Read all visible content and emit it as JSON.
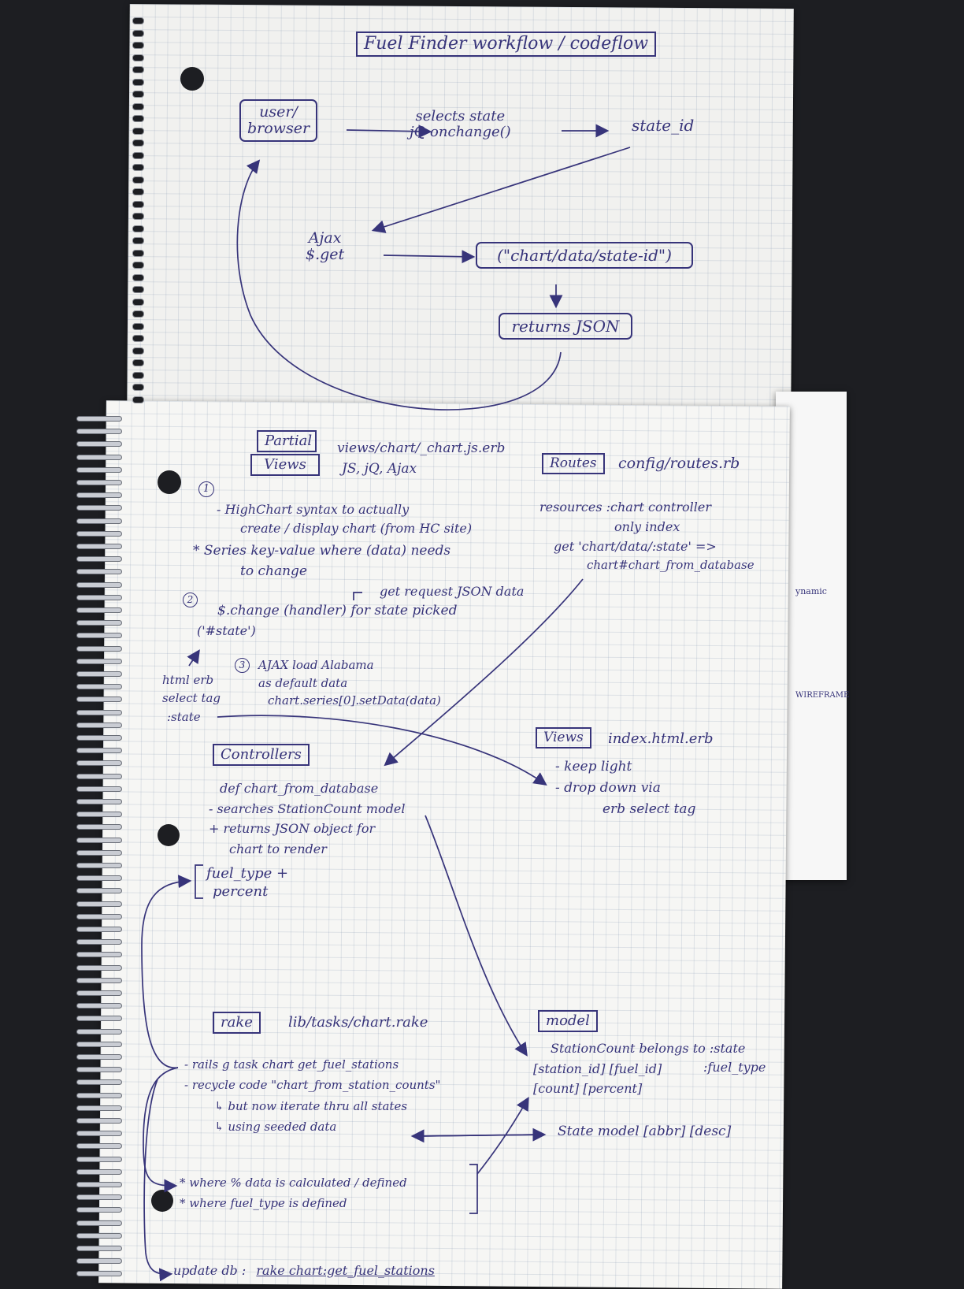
{
  "top_page": {
    "title": "Fuel Finder workflow / codeflow",
    "user_box": [
      "user/",
      "browser"
    ],
    "select_state": [
      "selects state",
      "jQ onchange()"
    ],
    "state_id": "state_id",
    "ajax": [
      "Ajax",
      "$.get"
    ],
    "url_box": "(\"chart/data/state-id\")",
    "returns_json": "returns JSON"
  },
  "bottom_page": {
    "partial_box": [
      "Partial",
      "Views"
    ],
    "partial_desc": [
      "views/chart/_chart.js.erb",
      "JS, jQ, Ajax"
    ],
    "routes_box": "Routes",
    "routes_file": "config/routes.rb",
    "routes_lines": [
      "resources :chart controller",
      "only index",
      "get 'chart/data/:state' =>",
      "chart#chart_from_database"
    ],
    "step1_num": "1",
    "step1_lines": [
      "- HighChart syntax to actually",
      "create / display chart (from HC site)"
    ],
    "star1_lines": [
      "* Series key-value where (data) needs",
      "to change"
    ],
    "get_request": "get request JSON data",
    "step2_num": "2",
    "step2_line": "$.change (handler) for state picked",
    "step2_sel": "('#state')",
    "step3_num": "3",
    "step3_lines": [
      "AJAX load Alabama",
      "as default data",
      "chart.series[0].setData(data)"
    ],
    "html_erb": [
      "html erb",
      "select tag",
      ":state"
    ],
    "controllers_box": "Controllers",
    "controllers_lines": [
      "def chart_from_database",
      "- searches StationCount model",
      "+ returns JSON object for",
      "chart to render"
    ],
    "fuel_type_lines": [
      "fuel_type +",
      "percent"
    ],
    "views_box": "Views",
    "views_file": "index.html.erb",
    "views_lines": [
      "- keep light",
      "- drop down via",
      "erb select tag"
    ],
    "rake_box": "rake",
    "rake_file": "lib/tasks/chart.rake",
    "rake_lines": [
      "- rails g task chart get_fuel_stations",
      "- recycle code \"chart_from_station_counts\"",
      "↳ but now iterate thru all states",
      "↳ using seeded data"
    ],
    "model_box": "model",
    "model_lines": [
      "StationCount belongs to :state",
      "[station_id] [fuel_id]",
      "[count] [percent]"
    ],
    "fuel_type_fk": ":fuel_type",
    "state_model": "State model [abbr] [desc]",
    "star_lines": [
      "* where % data is calculated / defined",
      "* where fuel_type is defined"
    ],
    "update_db": "update db :",
    "update_cmd": "rake chart:get_fuel_stations"
  },
  "side_page": {
    "dynamic": "ynamic",
    "wireframe": "WIREFRAME"
  }
}
